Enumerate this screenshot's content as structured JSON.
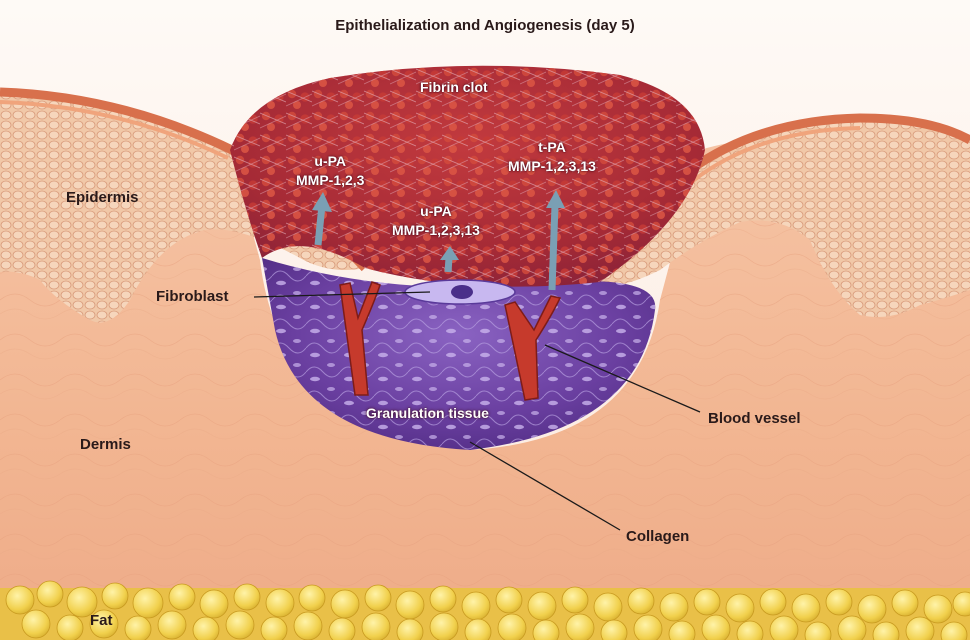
{
  "title": "Epithelialization and Angiogenesis (day 5)",
  "labels": {
    "fibrin_clot": "Fibrin clot",
    "epidermis": "Epidermis",
    "fibroblast": "Fibroblast",
    "dermis": "Dermis",
    "granulation_tissue": "Granulation tissue",
    "blood_vessel": "Blood vessel",
    "collagen": "Collagen",
    "fat": "Fat"
  },
  "enzymes": {
    "left": {
      "line1": "u-PA",
      "line2": "MMP-1,2,3"
    },
    "center": {
      "line1": "u-PA",
      "line2": "MMP-1,2,3,13"
    },
    "right": {
      "line1": "t-PA",
      "line2": "MMP-1,2,3,13"
    }
  },
  "colors": {
    "background_top": "#fdf1ea",
    "dermis": "#f3b896",
    "epidermis": "#e9936e",
    "fibrin_clot": "#b8313a",
    "granulation": "#6a3fa0",
    "blood_vessel": "#c63a2c",
    "fat": "#f2d14a",
    "arrow": "#7a9fb4"
  }
}
